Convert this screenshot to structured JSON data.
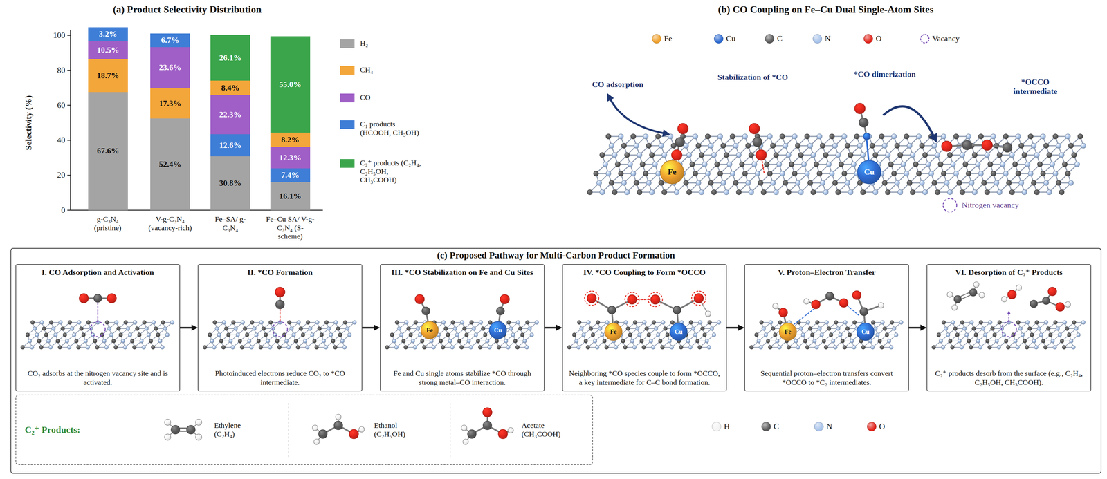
{
  "diagram": {
    "nodes": [
      {
        "text": [
          "3.2%"
        ]
      },
      {
        "text": [
          "10.5%"
        ]
      },
      {
        "text": [
          "18.7%"
        ]
      },
      {
        "text": [
          "67.6%"
        ]
      },
      {
        "text": [
          "6.7%"
        ]
      },
      {
        "text": [
          "23.6%"
        ]
      },
      {
        "text": [
          "17.3%"
        ]
      },
      {
        "text": [
          "52.4%"
        ]
      },
      {
        "text": [
          "26.1%"
        ]
      },
      {
        "text": [
          "8.4%"
        ]
      },
      {
        "text": [
          "22.3%"
        ]
      },
      {
        "text": [
          "12.6%"
        ]
      },
      {
        "text": [
          "30.8%"
        ]
      },
      {
        "text": [
          "55.0%"
        ]
      },
      {
        "text": [
          "8.2%"
        ]
      },
      {
        "text": [
          "12.3%"
        ]
      },
      {
        "text": [
          "7.4%"
        ]
      },
      {
        "text": [
          "16.1%"
        ]
      },
      {
        "text": [
          "(c) Proposed Pathway for Multi-Carbon Product Formation"
        ]
      },
      {
        "text": [
          "I. CO Adsorption and Activation",
          "CO₂ adsorbs at the nitrogen vacancy site and is activated."
        ],
        "in": 18
      },
      {
        "text": [
          "II. *CO Formation",
          "Photoinduced electrons reduce CO₂ to *CO intermediate."
        ],
        "in": 18
      },
      {
        "text": [
          "III. *CO Stabilization on Fe and Cu Sites",
          "Fe and Cu single atoms stabilize *CO through strong metal–CO interaction."
        ],
        "in": 18
      },
      {
        "text": [
          "IV. *CO Coupling to Form *OCCO",
          "Neighboring *CO species couple to form *OCCO, a key intermediate for C–C bond formation."
        ],
        "in": 18
      },
      {
        "text": [
          "V. Proton–Electron Transfer",
          "Sequential proton–electron transfers convert *OCCO to *C₂ intermediates."
        ],
        "in": 18
      },
      {
        "text": [
          "VI. Desorption of C₂⁺ Products",
          "C₂⁺ products desorb from the surface (e.g., C₂H₄, C₂H₅OH, CH₃COOH)."
        ],
        "in": 18
      },
      {
        "text": [
          "C₂⁺ Products:",
          "Ethylene (C₂H₄)",
          "Ethanol (C₂H₅OH)",
          "Acetate (CH₃COOH)"
        ],
        "in": 18
      }
    ],
    "edges": [
      {
        "from": 19,
        "to": 20,
        "arrow": "to"
      },
      {
        "from": 20,
        "to": 21,
        "arrow": "to"
      },
      {
        "from": 21,
        "to": 22,
        "arrow": "to"
      },
      {
        "from": 22,
        "to": 23,
        "arrow": "to"
      },
      {
        "from": 23,
        "to": 24,
        "arrow": "to"
      }
    ],
    "labels": [
      "(a) Product Selectivity Distribution",
      "100",
      "80",
      "60",
      "40",
      "20",
      "0",
      "Selectivity (%)",
      "g-C₃N₄ (pristine)",
      "V-g-C₃N₄ (vacancy-rich)",
      "Fe–SA/ g-C₃N₄",
      "Fe–Cu SA/ V-g-C₃N₄ (S-scheme)",
      "(b) CO Coupling on Fe–Cu Dual Single-Atom Sites",
      "CO adsorption",
      "Stabilization of *CO",
      "*CO dimerization",
      "*OCCO intermediate",
      "Fe",
      "Cu",
      "Nitrogen vacancy",
      "Fe",
      "Cu",
      "Fe",
      "Cu",
      "Fe",
      "Cu"
    ],
    "legend": [
      {
        "text": "H₂",
        "color": "#a4a4a4"
      },
      {
        "text": "CH₄",
        "color": "#f3a63a"
      },
      {
        "text": "CO",
        "color": "#9f5fc6"
      },
      {
        "text": "C₁ products (HCOOH, CH₃OH)",
        "color": "#3f7ed6"
      },
      {
        "text": "C₂⁺ products (C₂H₄, C₂H₅OH, CH₃COOH)",
        "color": "#3ba54b"
      },
      {
        "text": "Fe",
        "color": "#f0a22e"
      },
      {
        "text": "Cu",
        "color": "#2f6cd3"
      },
      {
        "text": "C",
        "color": "#5c5c5c"
      },
      {
        "text": "N",
        "color": "#a9c4ea"
      },
      {
        "text": "O",
        "color": "#e3261c"
      },
      {
        "text": "Vacancy"
      },
      {
        "text": "H",
        "color": "#f4f4f4"
      },
      {
        "text": "C",
        "color": "#5c5c5c"
      },
      {
        "text": "N",
        "color": "#a9c4ea"
      },
      {
        "text": "O",
        "color": "#e3261c"
      }
    ]
  }
}
